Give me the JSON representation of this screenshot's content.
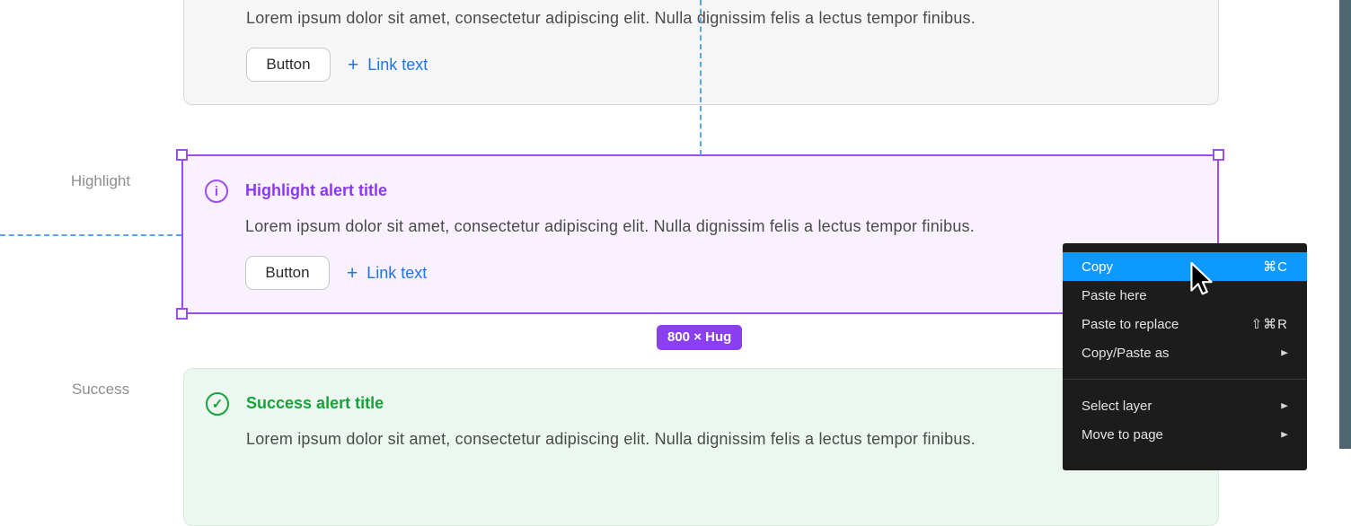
{
  "alerts": {
    "top": {
      "body": "Lorem ipsum dolor sit amet, consectetur adipiscing elit. Nulla dignissim felis a lectus tempor finibus.",
      "button_label": "Button",
      "plus_icon": "+",
      "link_label": "Link text"
    },
    "highlight": {
      "section_label": "Highlight",
      "info_icon": "i",
      "title": "Highlight alert title",
      "body": "Lorem ipsum dolor sit amet, consectetur adipiscing elit. Nulla dignissim felis a lectus tempor finibus.",
      "button_label": "Button",
      "plus_icon": "+",
      "link_label": "Link text"
    },
    "success": {
      "section_label": "Success",
      "check_icon": "✓",
      "title": "Success alert title",
      "body": "Lorem ipsum dolor sit amet, consectetur adipiscing elit. Nulla dignissim felis a lectus tempor finibus."
    }
  },
  "selection": {
    "size_badge": "800 × Hug"
  },
  "context_menu": {
    "submenu_arrow": "▶",
    "items": [
      {
        "label": "Copy",
        "shortcut": "⌘C",
        "active": true
      },
      {
        "label": "Paste here"
      },
      {
        "label": "Paste to replace",
        "shortcut": "⇧⌘R"
      },
      {
        "label": "Copy/Paste as",
        "submenu": true
      },
      {
        "label": "Select layer",
        "submenu": true
      },
      {
        "label": "Move to page",
        "submenu": true
      }
    ]
  },
  "colors": {
    "selection_purple": "#9c4df2",
    "badge_purple": "#8a3ff2",
    "highlight_bg": "#f9f1fd",
    "highlight_title": "#8a38f2",
    "success_green": "#17a23b",
    "success_bg": "#ecf7f0",
    "link_blue": "#2273e8",
    "guide_blue": "#58a6f3",
    "menu_bg": "#1c1c1c",
    "menu_active_blue": "#0d99ff",
    "side_strip": "#4d6671"
  }
}
